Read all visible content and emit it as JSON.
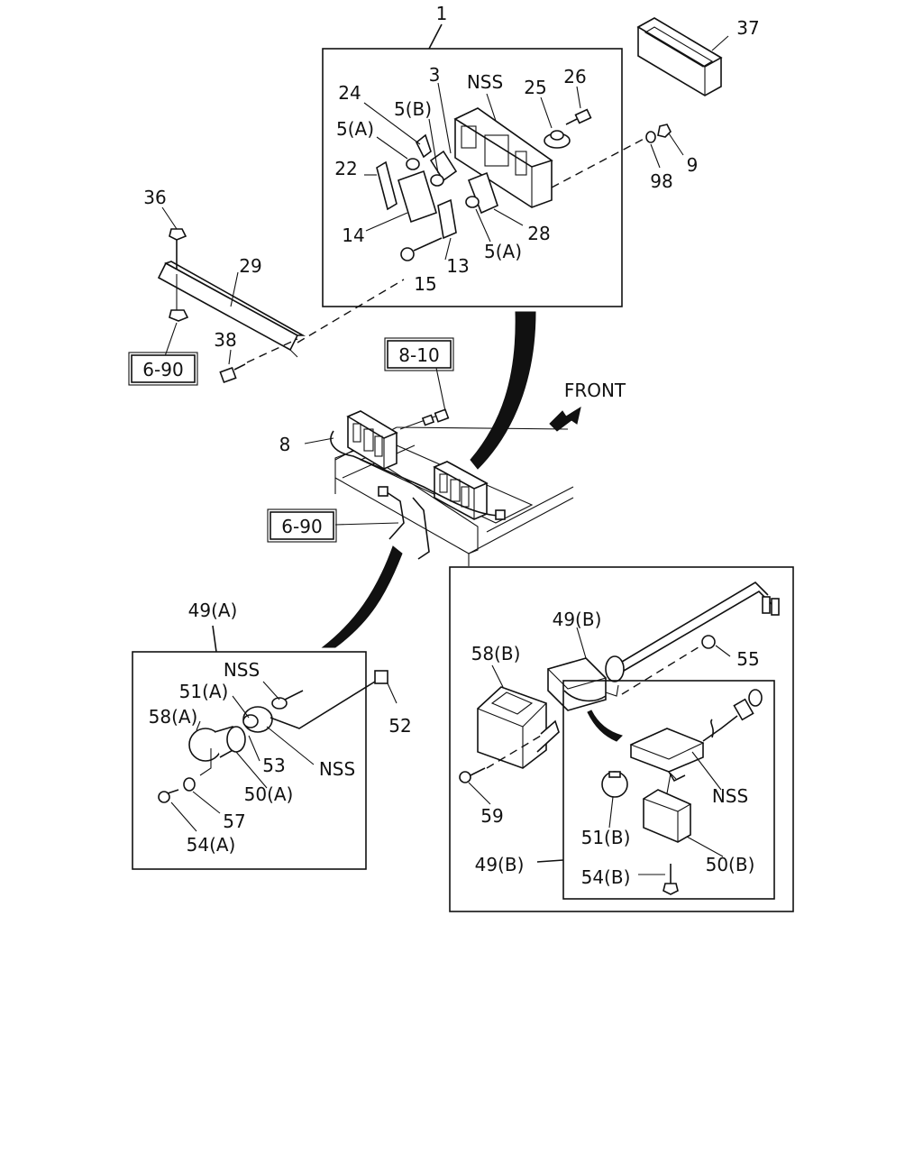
{
  "labels": {
    "l1": "1",
    "l3": "3",
    "l24": "24",
    "l5b": "5(B)",
    "l5a_1": "5(A)",
    "nss_top": "NSS",
    "l25": "25",
    "l26": "26",
    "l37": "37",
    "l22": "22",
    "l14": "14",
    "l13": "13",
    "l15": "15",
    "l5a_2": "5(A)",
    "l28": "28",
    "l98": "98",
    "l9": "9",
    "l36": "36",
    "l29": "29",
    "l38": "38",
    "l8": "8",
    "front": "FRONT",
    "l49a": "49(A)",
    "nss_a1": "NSS",
    "l51a": "51(A)",
    "l58a": "58(A)",
    "l53": "53",
    "nss_a2": "NSS",
    "l50a": "50(A)",
    "l57": "57",
    "l54a": "54(A)",
    "l52": "52",
    "l49b_top": "49(B)",
    "l58b": "58(B)",
    "l55": "55",
    "l59": "59",
    "nss_b": "NSS",
    "l51b": "51(B)",
    "l49b_bot": "49(B)",
    "l54b": "54(B)",
    "l50b": "50(B)"
  },
  "refs": {
    "r690_top": "6-90",
    "r810": "8-10",
    "r690_mid": "6-90"
  },
  "icons": {
    "front_arrow": "front-arrow-icon"
  }
}
